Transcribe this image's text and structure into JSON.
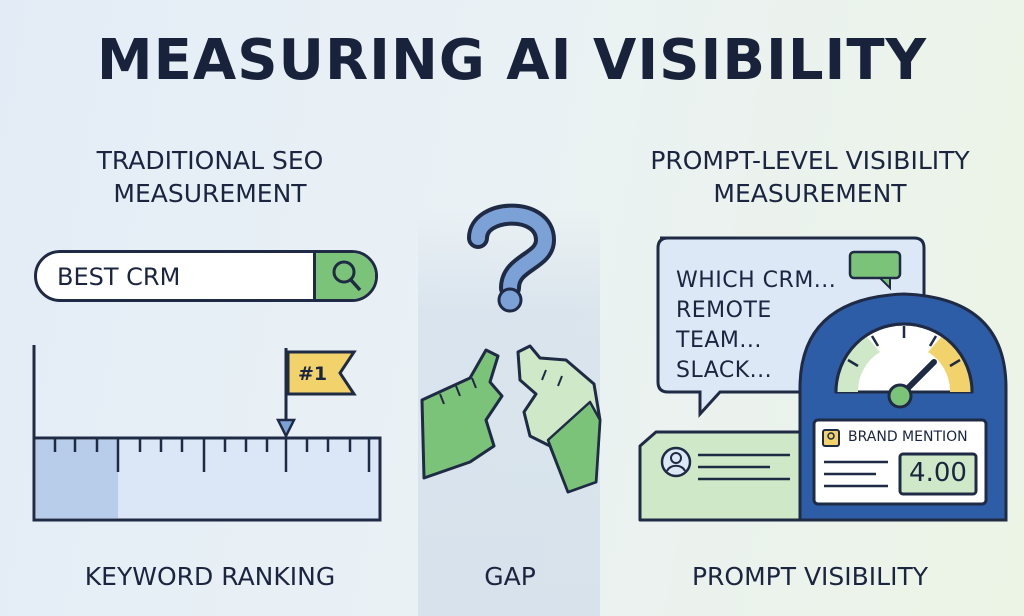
{
  "title": "MEASURING AI VISIBILITY",
  "left": {
    "heading_line1": "TRADITIONAL SEO",
    "heading_line2": "MEASUREMENT",
    "search_query": "BEST CRM",
    "rank_flag": "#1",
    "label": "KEYWORD RANKING"
  },
  "middle": {
    "symbol": "?",
    "label": "GAP"
  },
  "right": {
    "heading_line1": "PROMPT-LEVEL VISIBILITY",
    "heading_line2": "MEASUREMENT",
    "prompt_lines": [
      "WHICH CRM...",
      "REMOTE",
      "TEAM...",
      "SLACK..."
    ],
    "brand_mention": "BRAND MENTION",
    "score": "4.00",
    "label": "PROMPT VISIBILITY"
  },
  "colors": {
    "ink": "#1f2a44",
    "green": "#7cc37a",
    "light_green": "#cfe9c8",
    "blue": "#7ba1d6",
    "light_blue": "#dce8f6",
    "yellow": "#f2d36b"
  },
  "icons": [
    "search-icon",
    "flag-icon",
    "question-mark-icon",
    "torn-tape-icon",
    "chat-bubble-icon",
    "gauge-icon",
    "avatar-icon",
    "badge-icon"
  ]
}
